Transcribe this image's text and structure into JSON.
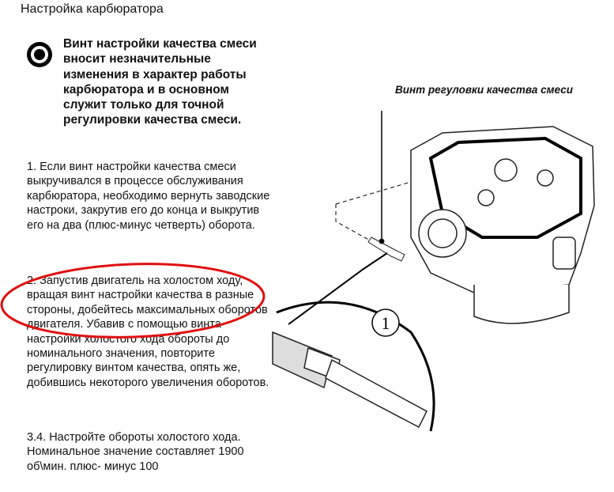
{
  "title": "Настройка карбюратора",
  "note": {
    "icon": "bullseye-icon",
    "text": "Винт настройки качества смеси вносит незначительные изменения в характер работы карбюратора и в основном служит только для точной регулировки качества смеси."
  },
  "paragraphs": [
    "1. Если винт настройки качества смеси выкручивался в процессе обслуживания карбюратора, необходимо вернуть заводские настроки, закрутив его до конца и выкрутив его на два (плюс-минус четверть) оборота.",
    "2. Запустив двигатель на холостом ходу, вращая винт настройки качества в разные стороны, добейтесь максимальных оборотов двигателя. Убавив с помощью винта настройки холостого хода обороты до номинального значения, повторите регулировку винтом качества, опять же, добившись некоторого увеличения оборотов.",
    "3.4. Настройте обороты холостого хода. Номинальное значение составляет 1900 об\\мин. плюс- минус 100"
  ],
  "figure": {
    "caption": "Винт регуловки качества смеси",
    "callout": "1"
  },
  "colors": {
    "highlight": "#e01010"
  }
}
